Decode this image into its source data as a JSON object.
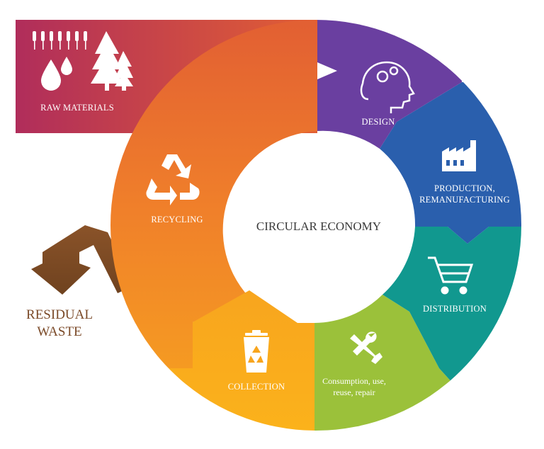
{
  "diagram": {
    "center_label": "CIRCULAR ECONOMY",
    "raw_materials": {
      "label": "RAW MATERIALS",
      "icon": "raw-materials-icon"
    },
    "residual_waste": {
      "line1": "RESIDUAL",
      "line2": "WASTE",
      "icon": "down-arrow-icon"
    },
    "segments": [
      {
        "id": "design",
        "label": "DESIGN",
        "icon": "head-gears-icon",
        "color": "#6a3fa0"
      },
      {
        "id": "production",
        "line1": "PRODUCTION,",
        "line2": "REMANUFACTURING",
        "icon": "factory-icon",
        "color": "#2a5fad"
      },
      {
        "id": "distribution",
        "label": "DISTRIBUTION",
        "icon": "shopping-cart-icon",
        "color": "#11988f"
      },
      {
        "id": "consumption",
        "line1": "Consumption, use,",
        "line2": "reuse, repair",
        "icon": "tools-icon",
        "color": "#9bc13a"
      },
      {
        "id": "collection",
        "label": "COLLECTION",
        "icon": "recycle-bin-icon",
        "color": "#f6a81c"
      },
      {
        "id": "recycling",
        "label": "RECYCLING",
        "icon": "recycle-icon",
        "color": "#ef7f2a"
      }
    ],
    "colors": {
      "raw_materials_start": "#b02d5b",
      "raw_materials_end": "#e25f33",
      "waste_arrow": "#7d4b24",
      "waste_text": "#7b4a28"
    }
  }
}
